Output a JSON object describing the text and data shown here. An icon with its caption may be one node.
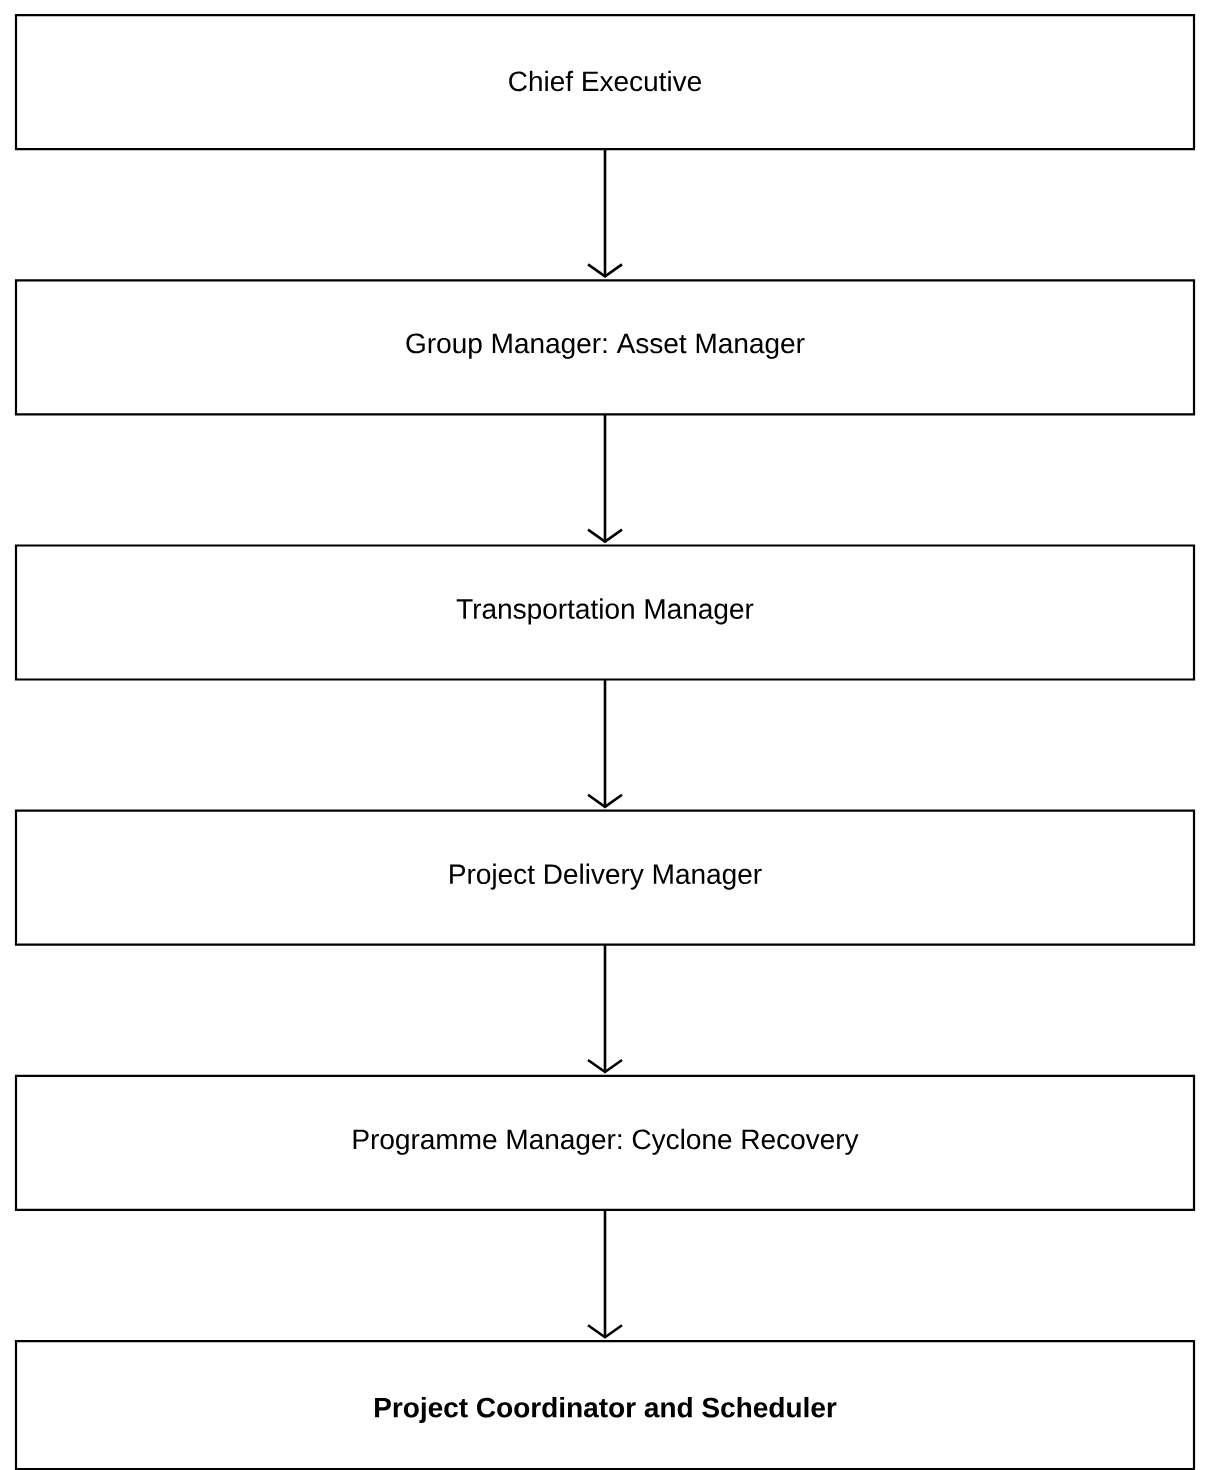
{
  "diagram": {
    "nodes": [
      {
        "text": [
          "Chief Executive"
        ]
      },
      {
        "text": [
          "Group Manager: Asset Manager"
        ]
      },
      {
        "text": [
          "Transportation Manager"
        ]
      },
      {
        "text": [
          "Project Delivery Manager"
        ]
      },
      {
        "text": [
          "Programme Manager: Cyclone Recovery"
        ]
      },
      {
        "text": [
          "Project Coordinator and Scheduler"
        ]
      }
    ],
    "edges": [
      {
        "from": 0,
        "to": 1,
        "arrow": "to"
      },
      {
        "from": 1,
        "to": 2,
        "arrow": "to"
      },
      {
        "from": 2,
        "to": 3,
        "arrow": "to"
      },
      {
        "from": 3,
        "to": 4,
        "arrow": "to"
      },
      {
        "from": 4,
        "to": 5,
        "arrow": "to"
      }
    ]
  }
}
